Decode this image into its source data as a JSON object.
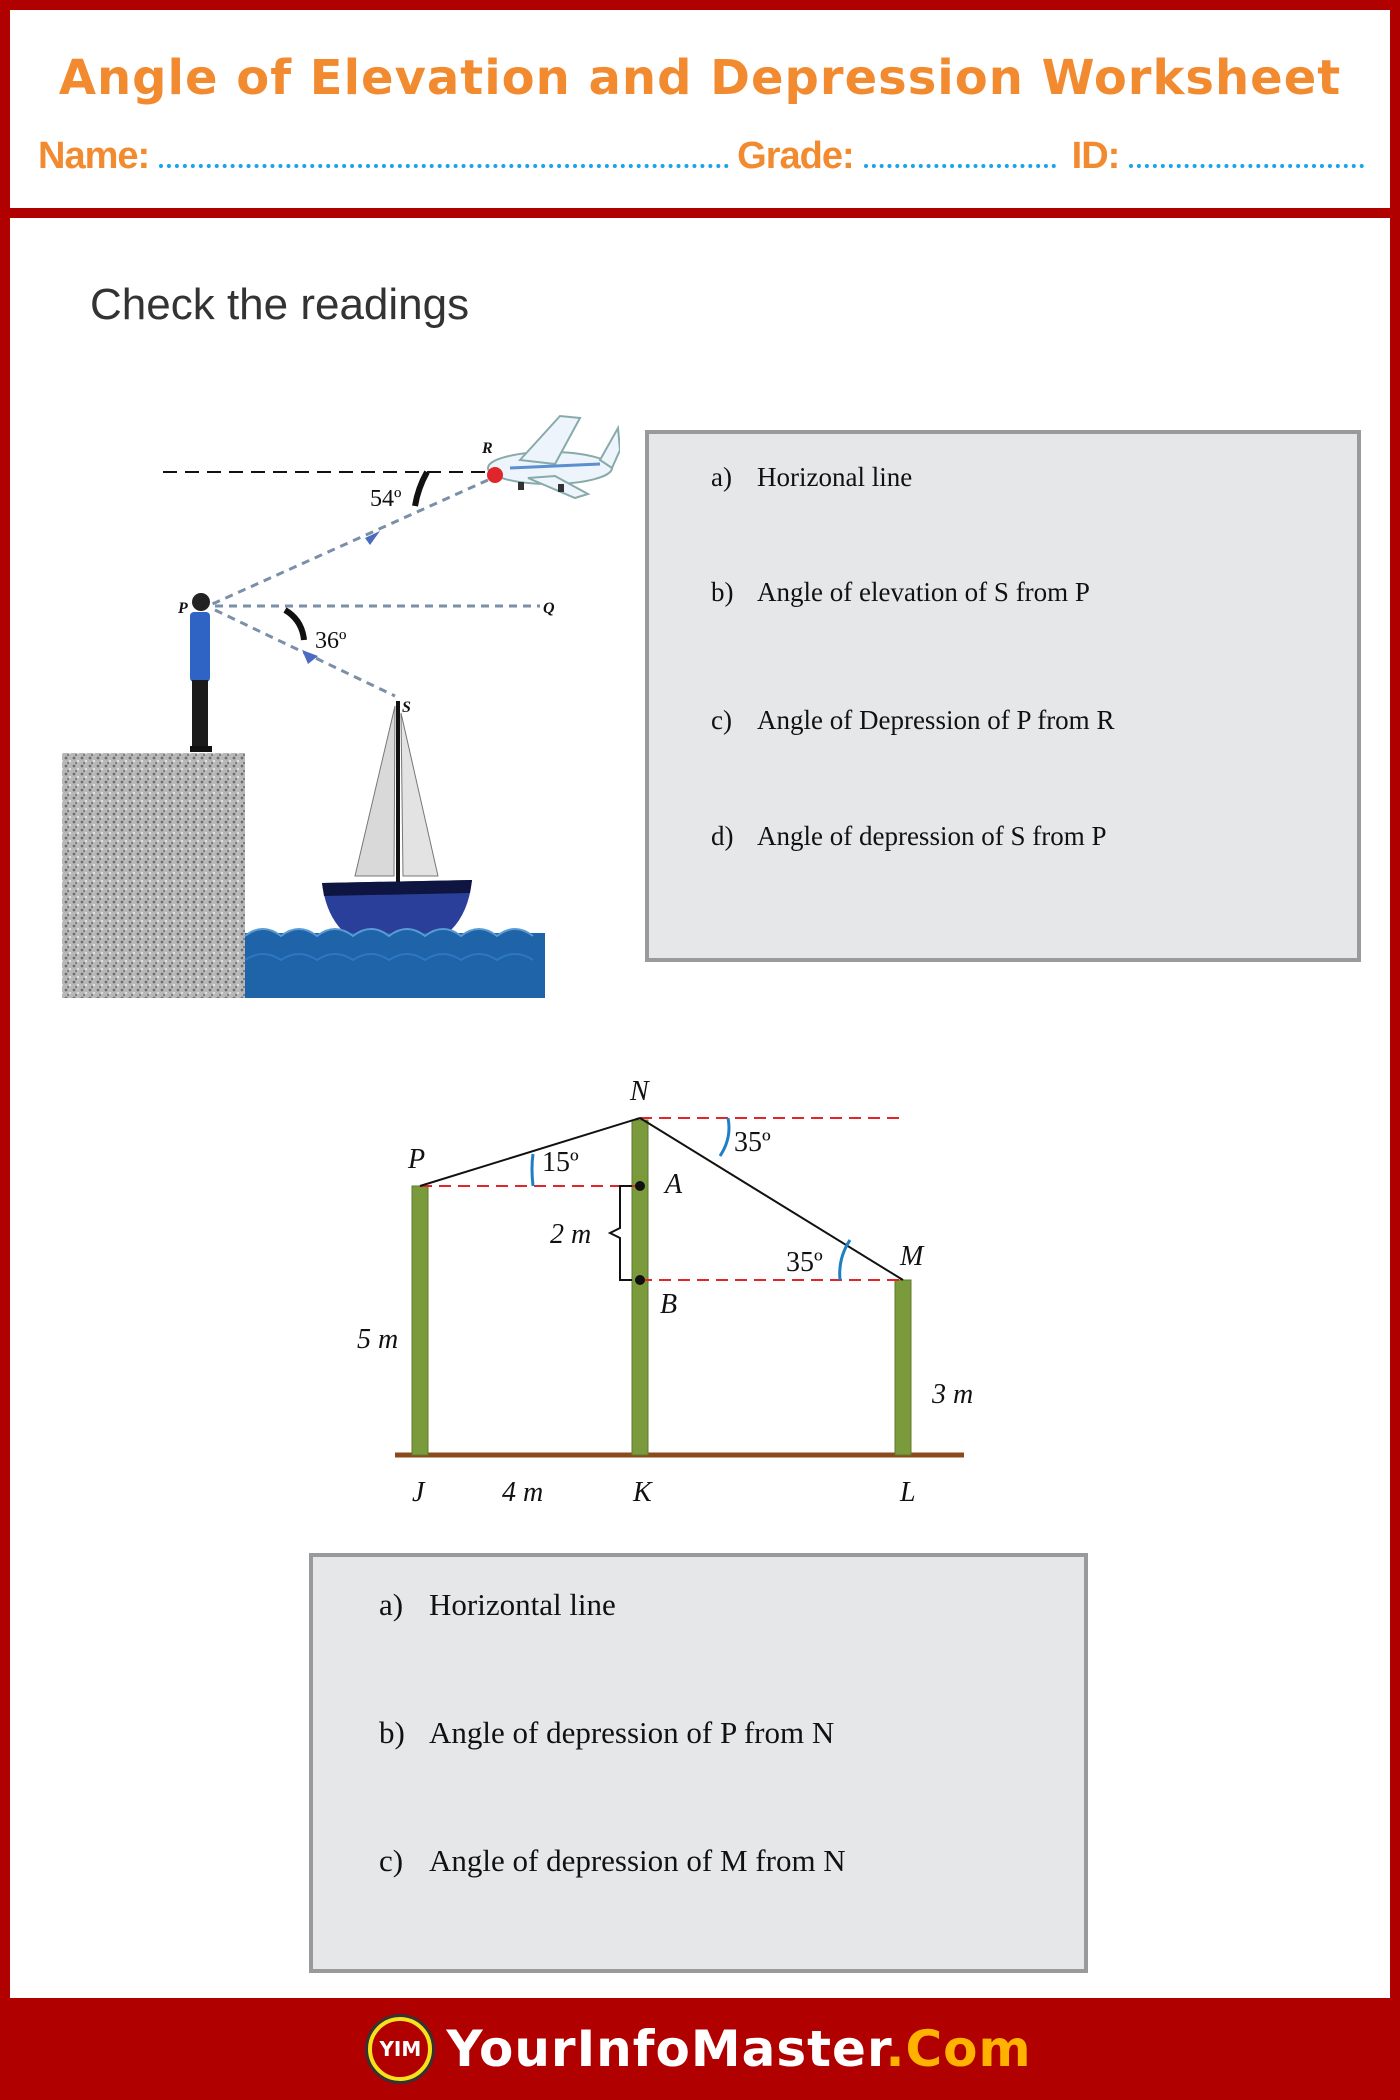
{
  "header": {
    "title": "Angle of Elevation and Depression Worksheet",
    "name_label": "Name:",
    "grade_label": "Grade:",
    "id_label": "ID:"
  },
  "main": {
    "subtitle": "Check the readings"
  },
  "figure1": {
    "labels": {
      "R": "R",
      "P": "P",
      "Q": "Q",
      "S": "S"
    },
    "angle_top": "54º",
    "angle_bottom": "36º"
  },
  "box1": {
    "items": [
      {
        "marker": "a)",
        "text": "Horizonal line"
      },
      {
        "marker": "b)",
        "text": "Angle of elevation of S from P"
      },
      {
        "marker": "c)",
        "text": "Angle of Depression of  P from R"
      },
      {
        "marker": "d)",
        "text": "Angle of depression of  S from P"
      }
    ]
  },
  "figure2": {
    "points": {
      "N": "N",
      "P": "P",
      "A": "A",
      "B": "B",
      "M": "M",
      "J": "J",
      "K": "K",
      "L": "L"
    },
    "angle_pn": "15º",
    "angle_n_top": "35º",
    "angle_m": "35º",
    "len_ab": "2 m",
    "len_pj": "5 m",
    "len_jk": "4 m",
    "len_ml": "3 m"
  },
  "box2": {
    "items": [
      {
        "marker": "a)",
        "text": "Horizontal line"
      },
      {
        "marker": "b)",
        "text": "Angle of depression of  P from N"
      },
      {
        "marker": "c)",
        "text": "Angle of depression of  M from N"
      }
    ]
  },
  "footer": {
    "logo_text": "YIM",
    "brand_main": "YourInfoMaster",
    "brand_dot": ".Com"
  },
  "colors": {
    "frame_red": "#b00000",
    "title_orange": "#f28a30",
    "line_blue": "#1aa3e8",
    "box_gray": "#e6e7e9",
    "pole_green": "#7a9a3c",
    "ground_brown": "#8b4a1c",
    "dash_red": "#e0262b",
    "accent_gold": "#ffb200"
  }
}
